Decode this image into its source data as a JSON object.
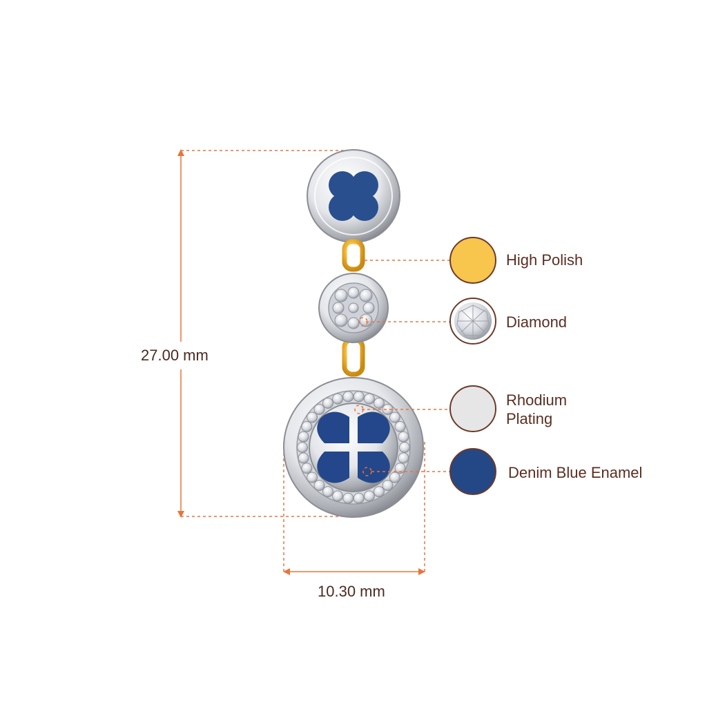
{
  "dimensions": {
    "height_label": "27.00 mm",
    "width_label": "10.30 mm"
  },
  "legend": {
    "high_polish": "High Polish",
    "diamond": "Diamond",
    "rhodium_line1": "Rhodium",
    "rhodium_line2": "Plating",
    "enamel": "Denim Blue Enamel"
  },
  "colors": {
    "dimension_line": "#e8743b",
    "text": "#5a2e20",
    "gold": "#f8c54d",
    "rhodium": "#e6e6e6",
    "enamel": "#244886",
    "swatch_border": "#6b3a2a"
  }
}
